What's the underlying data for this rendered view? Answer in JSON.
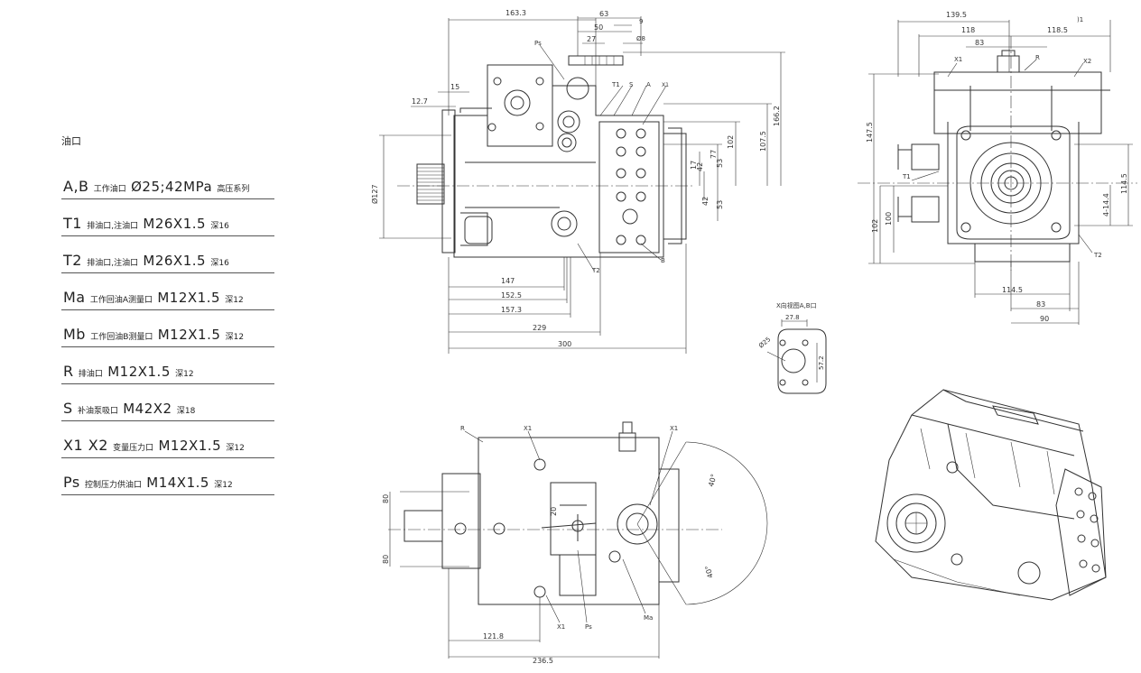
{
  "legend": {
    "header": "油口",
    "rows": [
      {
        "code": "A,B",
        "desc": "工作油口",
        "spec": "Ø25;42MPa",
        "note": "高压系列"
      },
      {
        "code": "T1",
        "desc": "排油口,注油口",
        "spec": "M26X1.5",
        "note": "深16"
      },
      {
        "code": "T2",
        "desc": "排油口,注油口",
        "spec": "M26X1.5",
        "note": "深16"
      },
      {
        "code": "Ma",
        "desc": "工作回油A测量口",
        "spec": "M12X1.5",
        "note": "深12"
      },
      {
        "code": "Mb",
        "desc": "工作回油B测量口",
        "spec": "M12X1.5",
        "note": "深12"
      },
      {
        "code": "R",
        "desc": "排油口",
        "spec": "M12X1.5",
        "note": "深12"
      },
      {
        "code": "S",
        "desc": "补油泵吸口",
        "spec": "M42X2",
        "note": "深18"
      },
      {
        "code": "X1 X2",
        "desc": "变量压力口",
        "spec": "M12X1.5",
        "note": "深12"
      },
      {
        "code": "Ps",
        "desc": "控制压力供油口",
        "spec": "M14X1.5",
        "note": "深12"
      }
    ]
  },
  "front_view": {
    "dims_top": [
      "163.3",
      "63",
      "50",
      "27",
      "9",
      "Ø8"
    ],
    "dims_left": [
      "15",
      "12.7"
    ],
    "dims_right": [
      "166.2",
      "107.5",
      "102",
      "77",
      "53",
      "42",
      "17",
      "42",
      "53"
    ],
    "dims_bottom": [
      "147",
      "152.5",
      "157.3",
      "229",
      "300"
    ],
    "diameter": "Ø127",
    "ports": [
      "Ps",
      "T1",
      "S",
      "A",
      "X1",
      "T2",
      "B"
    ]
  },
  "side_view": {
    "dims_top": [
      "139.5",
      "118",
      "83",
      "118.5"
    ],
    "dims_left": [
      "147.5",
      "102",
      "100"
    ],
    "dims_right": [
      "114.5",
      "4-14.4"
    ],
    "dims_bottom": [
      "114.5",
      "83",
      "90"
    ],
    "ports": [
      "X1",
      "R",
      "X2",
      "T1",
      "T2"
    ],
    "note": ")1"
  },
  "flange_detail": {
    "title": "X向视图A,B口",
    "dims": [
      "27.8",
      "57.2",
      "Ø25"
    ]
  },
  "bottom_view": {
    "dims": [
      "80",
      "80",
      "20",
      "40°",
      "40°",
      "121.8",
      "236.5"
    ],
    "ports": [
      "R",
      "X1",
      "X1",
      "X1",
      "Ps",
      "Ma"
    ]
  }
}
